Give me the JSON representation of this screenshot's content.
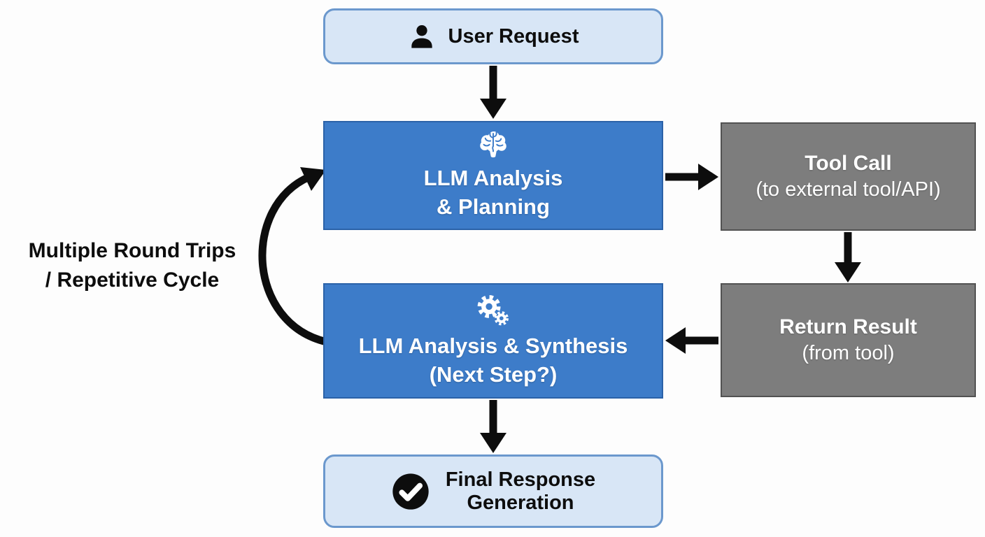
{
  "diagram": {
    "title": "LLM tool-use loop flowchart",
    "nodes": {
      "user_request": {
        "label": "User Request",
        "icon": "user-icon"
      },
      "llm_planning": {
        "line1": "LLM Analysis",
        "line2": "& Planning",
        "icon": "brain-icon"
      },
      "tool_call": {
        "title": "Tool Call",
        "subtitle": "(to external tool/API)"
      },
      "return_result": {
        "title": "Return Result",
        "subtitle": "(from tool)"
      },
      "llm_synthesis": {
        "line1": "LLM Analysis & Synthesis",
        "line2": "(Next Step?)",
        "icon": "gears-icon"
      },
      "final_response": {
        "line1": "Final Response",
        "line2": "Generation",
        "icon": "check-icon"
      }
    },
    "loop_label": {
      "line1": "Multiple Round Trips",
      "line2": "/ Repetitive Cycle"
    },
    "edges": [
      "user_request -> llm_planning",
      "llm_planning -> tool_call",
      "tool_call -> return_result",
      "return_result -> llm_synthesis",
      "llm_synthesis -> llm_planning (loop)",
      "llm_synthesis -> final_response"
    ],
    "colors": {
      "node_blue": "#3d7cc9",
      "node_blue_border": "#2b62a8",
      "node_light_blue": "#d8e6f6",
      "node_light_blue_border": "#6b98cd",
      "node_gray": "#7d7d7d",
      "node_gray_border": "#525252",
      "arrow_black": "#0d0d0d",
      "text_dark": "#0d0d0d",
      "text_white": "#ffffff",
      "background": "#fdfdfd"
    }
  }
}
